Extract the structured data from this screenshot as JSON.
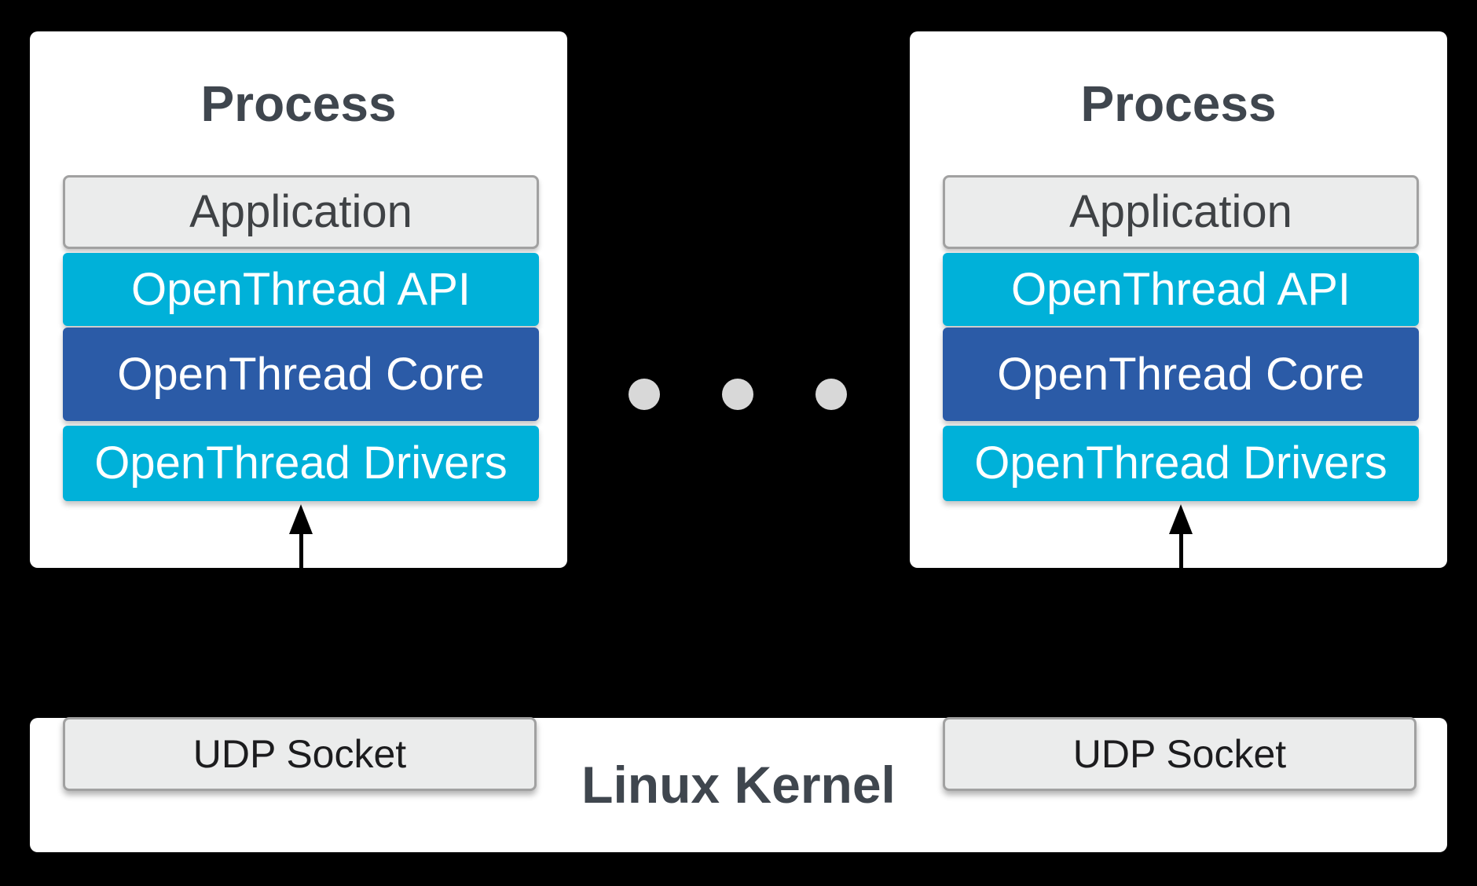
{
  "colors": {
    "background": "#000000",
    "white": "#FFFFFF",
    "heading-text": "#3F464E",
    "cyan": "#00B1D9",
    "core-blue": "#2B5BA7",
    "grey-fill": "#EBECEC",
    "grey-border": "#A1A1A1",
    "grey-box-text": "#3F4245",
    "udp-text": "#1C1C1E",
    "dot": "#D8D8D8"
  },
  "processes": [
    {
      "title": "Process",
      "layers": {
        "application": "Application",
        "api": "OpenThread API",
        "core": "OpenThread Core",
        "drivers": "OpenThread Drivers"
      }
    },
    {
      "title": "Process",
      "layers": {
        "application": "Application",
        "api": "OpenThread API",
        "core": "OpenThread Core",
        "drivers": "OpenThread Drivers"
      }
    }
  ],
  "separator_dot_count": 3,
  "kernel": {
    "title": "Linux Kernel",
    "sockets": [
      "UDP Socket",
      "UDP Socket"
    ]
  }
}
